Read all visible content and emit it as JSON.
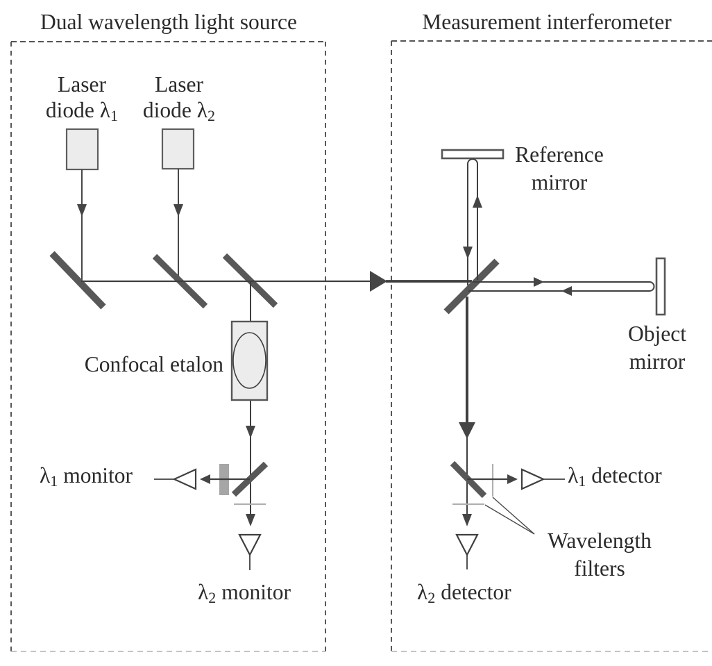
{
  "titles": {
    "left_box": "Dual wavelength light source",
    "right_box": "Measurement interferometer"
  },
  "source_box": {
    "laser1": {
      "line1": "Laser",
      "line2_pre": "diode λ",
      "line2_sub": "1"
    },
    "laser2": {
      "line1": "Laser",
      "line2_pre": "diode λ",
      "line2_sub": "2"
    },
    "etalon_label": "Confocal etalon",
    "monitor1": {
      "pre": "λ",
      "sub": "1",
      "post": " monitor"
    },
    "monitor2": {
      "pre": "λ",
      "sub": "2",
      "post": " monitor"
    }
  },
  "interferometer_box": {
    "reference_mirror": {
      "line1": "Reference",
      "line2": "mirror"
    },
    "object_mirror": {
      "line1": "Object",
      "line2": "mirror"
    },
    "detector1": {
      "pre": "λ",
      "sub": "1",
      "post": " detector"
    },
    "detector2": {
      "pre": "λ",
      "sub": "2",
      "post": " detector"
    },
    "filters_label": {
      "line1": "Wavelength",
      "line2": "filters"
    }
  },
  "colors": {
    "text": "#2b2b2b",
    "beam_line": "#3f3f3f",
    "optic_dark": "#585858",
    "filter_gray": "#b0b0b0",
    "component_fill": "#ececec"
  }
}
